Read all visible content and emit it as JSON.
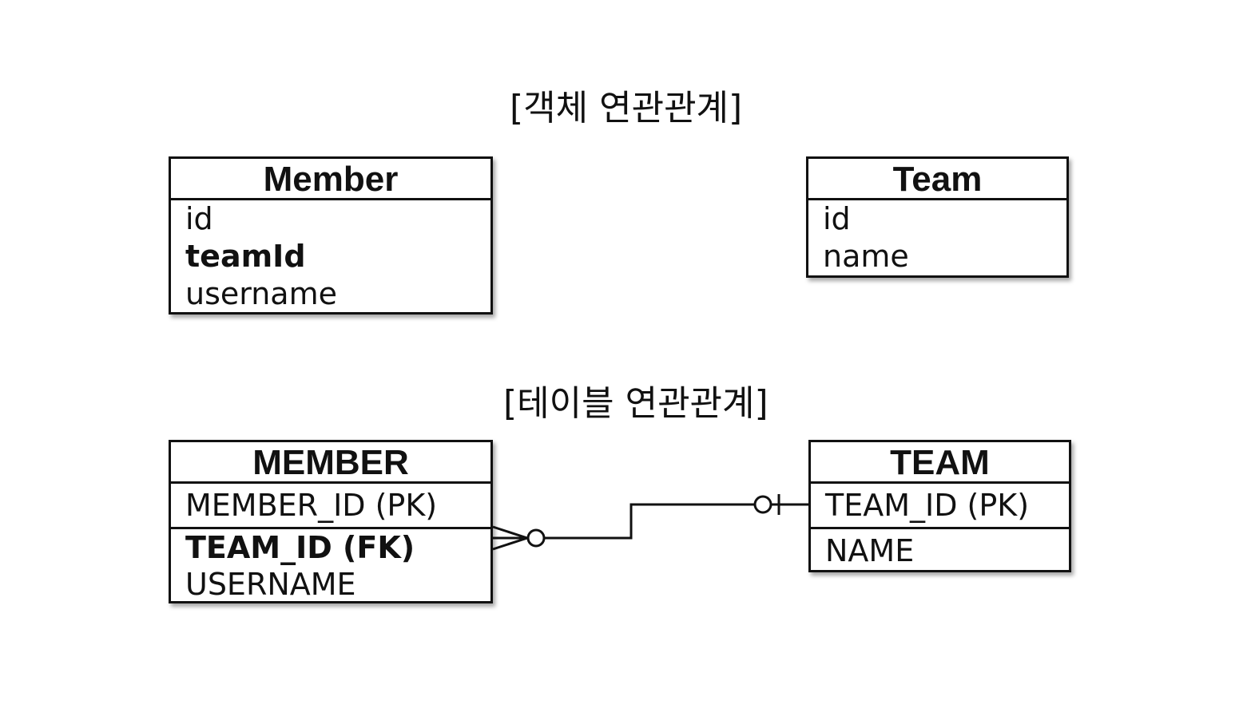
{
  "object_section": {
    "title": "[객체 연관관계]",
    "member": {
      "name": "Member",
      "attributes": [
        "id",
        "teamId",
        "username"
      ]
    },
    "team": {
      "name": "Team",
      "attributes": [
        "id",
        "name"
      ]
    }
  },
  "table_section": {
    "title": "[테이블 연관관계]",
    "member": {
      "name": "MEMBER",
      "pk": "MEMBER_ID (PK)",
      "fk": "TEAM_ID (FK)",
      "other": "USERNAME"
    },
    "team": {
      "name": "TEAM",
      "pk": "TEAM_ID (PK)",
      "other": "NAME"
    },
    "relationship": {
      "member_end": "zero-or-many",
      "team_end": "zero-or-one"
    }
  }
}
